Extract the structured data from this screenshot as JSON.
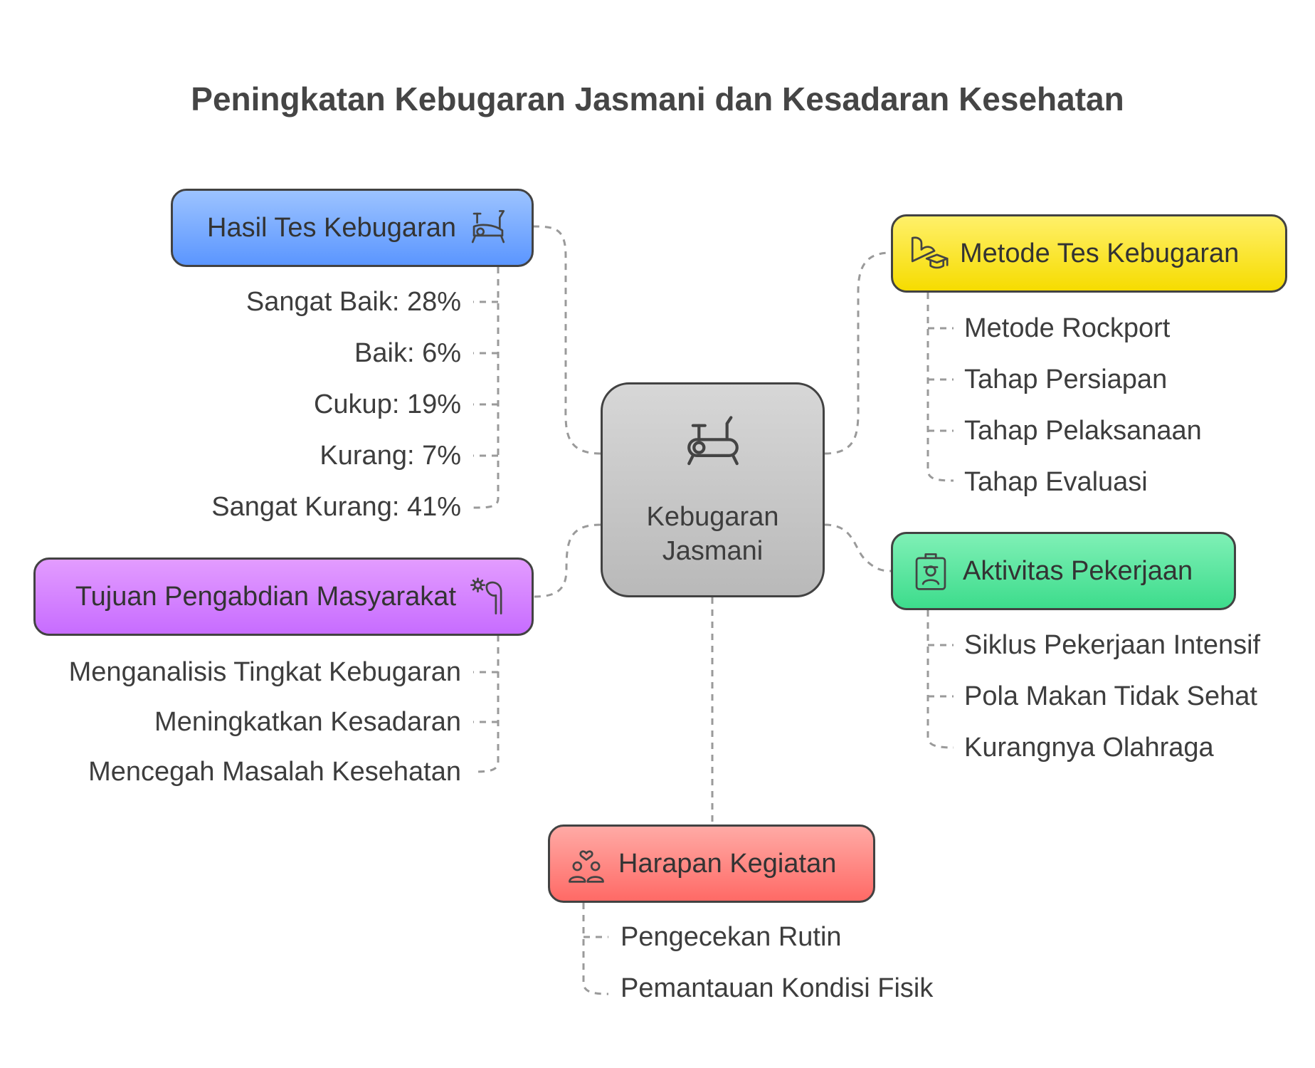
{
  "title": "Peningkatan Kebugaran Jasmani dan Kesadaran Kesehatan",
  "center": {
    "label_line1": "Kebugaran",
    "label_line2": "Jasmani",
    "icon": "exercise-bike-icon"
  },
  "branches": {
    "hasil": {
      "label": "Hasil Tes Kebugaran",
      "icon": "exercise-bike-icon",
      "color": "#6da4ff",
      "items": [
        "Sangat Baik: 28%",
        "Baik: 6%",
        "Cukup: 19%",
        "Kurang: 7%",
        "Sangat Kurang: 41%"
      ]
    },
    "tujuan": {
      "label": "Tujuan Pengabdian Masyarakat",
      "icon": "helping-hand-icon",
      "color": "#d584ff",
      "items": [
        "Menganalisis Tingkat Kebugaran",
        "Meningkatkan Kesadaran",
        "Mencegah Masalah Kesehatan"
      ]
    },
    "metode": {
      "label": "Metode Tes Kebugaran",
      "icon": "arm-graduation-icon",
      "color": "#fbe426",
      "items": [
        "Metode Rockport",
        "Tahap Persiapan",
        "Tahap Pelaksanaan",
        "Tahap Evaluasi"
      ]
    },
    "aktivitas": {
      "label": "Aktivitas Pekerjaan",
      "icon": "worker-badge-icon",
      "color": "#5fe6a0",
      "items": [
        "Siklus Pekerjaan Intensif",
        "Pola Makan Tidak Sehat",
        "Kurangnya Olahraga"
      ]
    },
    "harapan": {
      "label": "Harapan Kegiatan",
      "icon": "people-heart-icon",
      "color": "#ff8a85",
      "items": [
        "Pengecekan Rutin",
        "Pemantauan Kondisi Fisik"
      ]
    }
  }
}
